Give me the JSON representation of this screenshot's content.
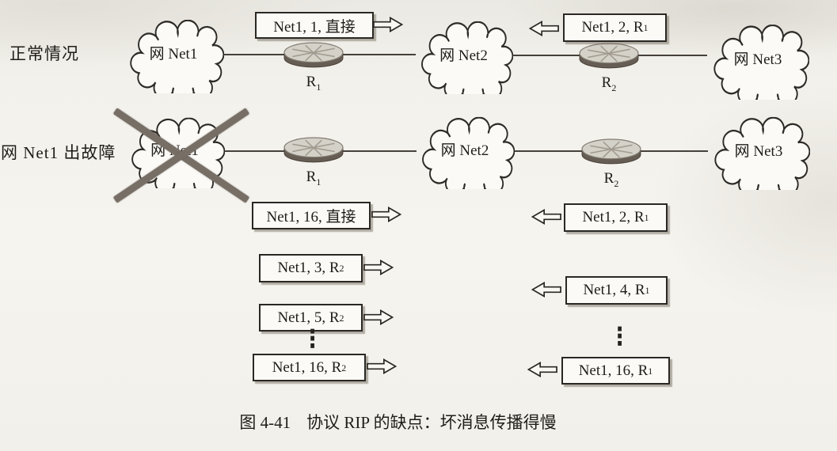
{
  "figure": {
    "caption_prefix": "图 4-41",
    "caption_text": "协议 RIP 的缺点：坏消息传播得慢"
  },
  "scenarios": {
    "normal": {
      "label": "正常情况"
    },
    "failure": {
      "label": "网 Net1 出故障"
    }
  },
  "clouds": {
    "net1": {
      "label": "网 Net1"
    },
    "net2": {
      "label": "网 Net2"
    },
    "net3": {
      "label": "网 Net3"
    }
  },
  "routers": {
    "r1": {
      "name": "R",
      "sub": "1"
    },
    "r2": {
      "name": "R",
      "sub": "2"
    }
  },
  "messages": {
    "normal": {
      "from_r1": {
        "main": "Net1, 1, 直接",
        "sub": "",
        "direction": "right"
      },
      "from_r2": {
        "main": "Net1, 2, R",
        "sub": "1",
        "direction": "left"
      }
    },
    "failure": {
      "from_r1": [
        {
          "main": "Net1, 16, 直接",
          "sub": "",
          "direction": "right"
        },
        {
          "main": "Net1, 3, R",
          "sub": "2",
          "direction": "right"
        },
        {
          "main": "Net1, 5, R",
          "sub": "2",
          "direction": "right"
        },
        {
          "main": "Net1, 16, R",
          "sub": "2",
          "direction": "right"
        }
      ],
      "from_r2": [
        {
          "main": "Net1, 2, R",
          "sub": "1",
          "direction": "left"
        },
        {
          "main": "Net1, 4, R",
          "sub": "1",
          "direction": "left"
        },
        {
          "main": "Net1, 16, R",
          "sub": "1",
          "direction": "left"
        }
      ]
    }
  },
  "symbols": {
    "vertical_ellipsis": "⋮"
  },
  "colors": {
    "paper": "#f3f1eb",
    "ink": "#201d19",
    "cross": "#776f66",
    "box_shadow": "#7a7366"
  }
}
